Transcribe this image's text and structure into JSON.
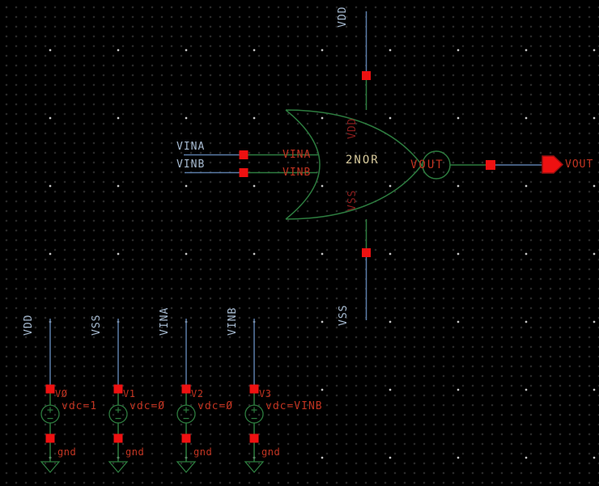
{
  "schematic": {
    "rails": {
      "vdd": "VDD",
      "vss": "VSS"
    },
    "gate": {
      "name": "2NOR",
      "pins": {
        "vdd": "VDD",
        "vss": "VSS",
        "a": "VINA",
        "b": "VINB",
        "out": "VOUT"
      }
    },
    "inputs": {
      "a": "VINA",
      "b": "VINB"
    },
    "output": {
      "label": "VOUT"
    },
    "sources": [
      {
        "net": "VDD",
        "inst": "VØ",
        "param": "vdc=1",
        "gnd": "gnd"
      },
      {
        "net": "VSS",
        "inst": "V1",
        "param": "vdc=Ø",
        "gnd": "gnd"
      },
      {
        "net": "VINA",
        "inst": "V2",
        "param": "vdc=Ø",
        "gnd": "gnd"
      },
      {
        "net": "VINB",
        "inst": "V3",
        "param": "vdc=VINB",
        "gnd": "gnd"
      }
    ],
    "colors": {
      "background": "#000000",
      "wire": "#5b7ca8",
      "device_green": "#2d7c3f",
      "pin_red": "#ee1111",
      "net_label_blue": "#a6bad0",
      "annotation_red": "#c23320",
      "gate_pin_text": "#8b1e1e",
      "gate_name_tan": "#d6c89a"
    }
  }
}
